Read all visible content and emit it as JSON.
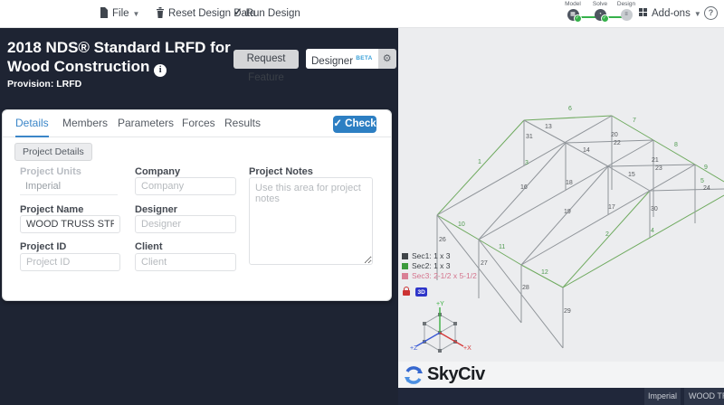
{
  "topbar": {
    "file_label": "File",
    "reset_label": "Reset Design Data",
    "run_label": "Run Design",
    "steps": [
      {
        "label": "Model",
        "done": true
      },
      {
        "label": "Solve",
        "done": true
      },
      {
        "label": "Design",
        "done": false
      }
    ],
    "addons_label": "Add-ons",
    "help_label": "?"
  },
  "panel": {
    "title_line1": "2018 NDS® Standard LRFD for",
    "title_line2": "Wood Construction",
    "provision": "Provision: LRFD",
    "request_feature_label": "Request Feature",
    "designer_label": "Designer",
    "beta_label": "BETA"
  },
  "card": {
    "tabs": [
      "Details",
      "Members",
      "Parameters",
      "Forces",
      "Results"
    ],
    "active_tab": "Details",
    "check_label": "Check",
    "section_tab": "Project Details",
    "form": {
      "project_units_label": "Project Units",
      "project_units_value": "Imperial",
      "company_label": "Company",
      "company_placeholder": "Company",
      "notes_label": "Project Notes",
      "notes_placeholder": "Use this area for project notes",
      "project_name_label": "Project Name",
      "project_name_value": "WOOD TRUSS STRUCTURE",
      "designer_label": "Designer",
      "designer_placeholder": "Designer",
      "project_id_label": "Project ID",
      "project_id_placeholder": "Project ID",
      "client_label": "Client",
      "client_placeholder": "Client"
    }
  },
  "viewport": {
    "legend": [
      {
        "swatch": "#3f4448",
        "label": "Sec1: 1 x 3",
        "text_color": "#3a3f44"
      },
      {
        "swatch": "#3c9a3c",
        "label": "Sec2: 1 x 3",
        "text_color": "#3a3f44"
      },
      {
        "swatch": "#d97f95",
        "label": "Sec3: 2-1/2 x 5-1/2",
        "text_color": "#d4738c"
      }
    ],
    "badge_3d": "3D",
    "axis": {
      "x": "+X",
      "y": "+Y",
      "z": "+Z"
    },
    "axis_colors": {
      "x": "#d63b3b",
      "y": "#3cb043",
      "z": "#3b5bd6"
    },
    "truss": {
      "green": "#6faa5f",
      "gray": "#90959a",
      "label_green": "#4f9a4f",
      "label_gray": "#55585c",
      "lines": [
        [
          483,
          238,
          579,
          133,
          "g"
        ],
        [
          579,
          133,
          676,
          128,
          "g"
        ],
        [
          676,
          128,
          722,
          155,
          "g"
        ],
        [
          722,
          155,
          768,
          182,
          "g"
        ],
        [
          768,
          182,
          800,
          201,
          "g"
        ],
        [
          483,
          238,
          529,
          265,
          "g"
        ],
        [
          529,
          265,
          576,
          293,
          "g"
        ],
        [
          576,
          293,
          622,
          318,
          "g"
        ],
        [
          622,
          318,
          718,
          211,
          "g"
        ],
        [
          622,
          318,
          800,
          216,
          "g"
        ],
        [
          579,
          133,
          625,
          158,
          "s"
        ],
        [
          625,
          158,
          672,
          184,
          "s"
        ],
        [
          672,
          184,
          718,
          211,
          "s"
        ],
        [
          483,
          238,
          676,
          128,
          "s"
        ],
        [
          529,
          265,
          722,
          155,
          "s"
        ],
        [
          576,
          293,
          768,
          182,
          "s"
        ],
        [
          625,
          158,
          722,
          155,
          "s"
        ],
        [
          672,
          184,
          768,
          182,
          "s"
        ],
        [
          718,
          211,
          800,
          209,
          "s"
        ],
        [
          529,
          265,
          625,
          158,
          "s"
        ],
        [
          576,
          293,
          672,
          184,
          "s"
        ],
        [
          579,
          133,
          579,
          183,
          "s"
        ],
        [
          625,
          158,
          625,
          210,
          "s"
        ],
        [
          672,
          184,
          672,
          237,
          "s"
        ],
        [
          718,
          211,
          718,
          263,
          "s"
        ],
        [
          483,
          238,
          483,
          310,
          "s"
        ],
        [
          529,
          265,
          529,
          330,
          "s"
        ],
        [
          576,
          293,
          576,
          357,
          "s"
        ],
        [
          622,
          318,
          622,
          385,
          "s"
        ],
        [
          676,
          128,
          676,
          210,
          "s"
        ],
        [
          722,
          155,
          722,
          240,
          "s"
        ],
        [
          768,
          182,
          768,
          247,
          "s"
        ],
        [
          483,
          238,
          576,
          357,
          "s"
        ],
        [
          529,
          265,
          622,
          385,
          "s"
        ]
      ],
      "labels": [
        [
          528,
          181,
          "1",
          "g"
        ],
        [
          628,
          122,
          "6",
          "g"
        ],
        [
          699,
          135,
          "7",
          "g"
        ],
        [
          745,
          162,
          "8",
          "g"
        ],
        [
          778,
          187,
          "9",
          "g"
        ],
        [
          506,
          250,
          "10",
          "g"
        ],
        [
          551,
          275,
          "11",
          "g"
        ],
        [
          598,
          303,
          "12",
          "g"
        ],
        [
          669,
          261,
          "2",
          "g"
        ],
        [
          719,
          257,
          "4",
          "g"
        ],
        [
          774,
          202,
          "5",
          "g"
        ],
        [
          580,
          182,
          "3",
          "g"
        ],
        [
          602,
          142,
          "13",
          "s"
        ],
        [
          644,
          168,
          "14",
          "s"
        ],
        [
          694,
          195,
          "15",
          "s"
        ],
        [
          575,
          209,
          "16",
          "s"
        ],
        [
          625,
          204,
          "18",
          "s"
        ],
        [
          623,
          236,
          "19",
          "s"
        ],
        [
          672,
          231,
          "17",
          "s"
        ],
        [
          675,
          151,
          "20",
          "s"
        ],
        [
          678,
          160,
          "22",
          "s"
        ],
        [
          720,
          179,
          "21",
          "s"
        ],
        [
          724,
          188,
          "23",
          "s"
        ],
        [
          777,
          210,
          "24",
          "s"
        ],
        [
          485,
          267,
          "26",
          "s"
        ],
        [
          531,
          293,
          "27",
          "s"
        ],
        [
          577,
          320,
          "28",
          "s"
        ],
        [
          623,
          346,
          "29",
          "s"
        ],
        [
          719,
          233,
          "30",
          "s"
        ],
        [
          581,
          153,
          "31",
          "s"
        ]
      ]
    }
  },
  "footer": {
    "logo_text": "SkyCiv",
    "units": "Imperial",
    "project": "WOOD TRUSS STRUCTURE"
  }
}
